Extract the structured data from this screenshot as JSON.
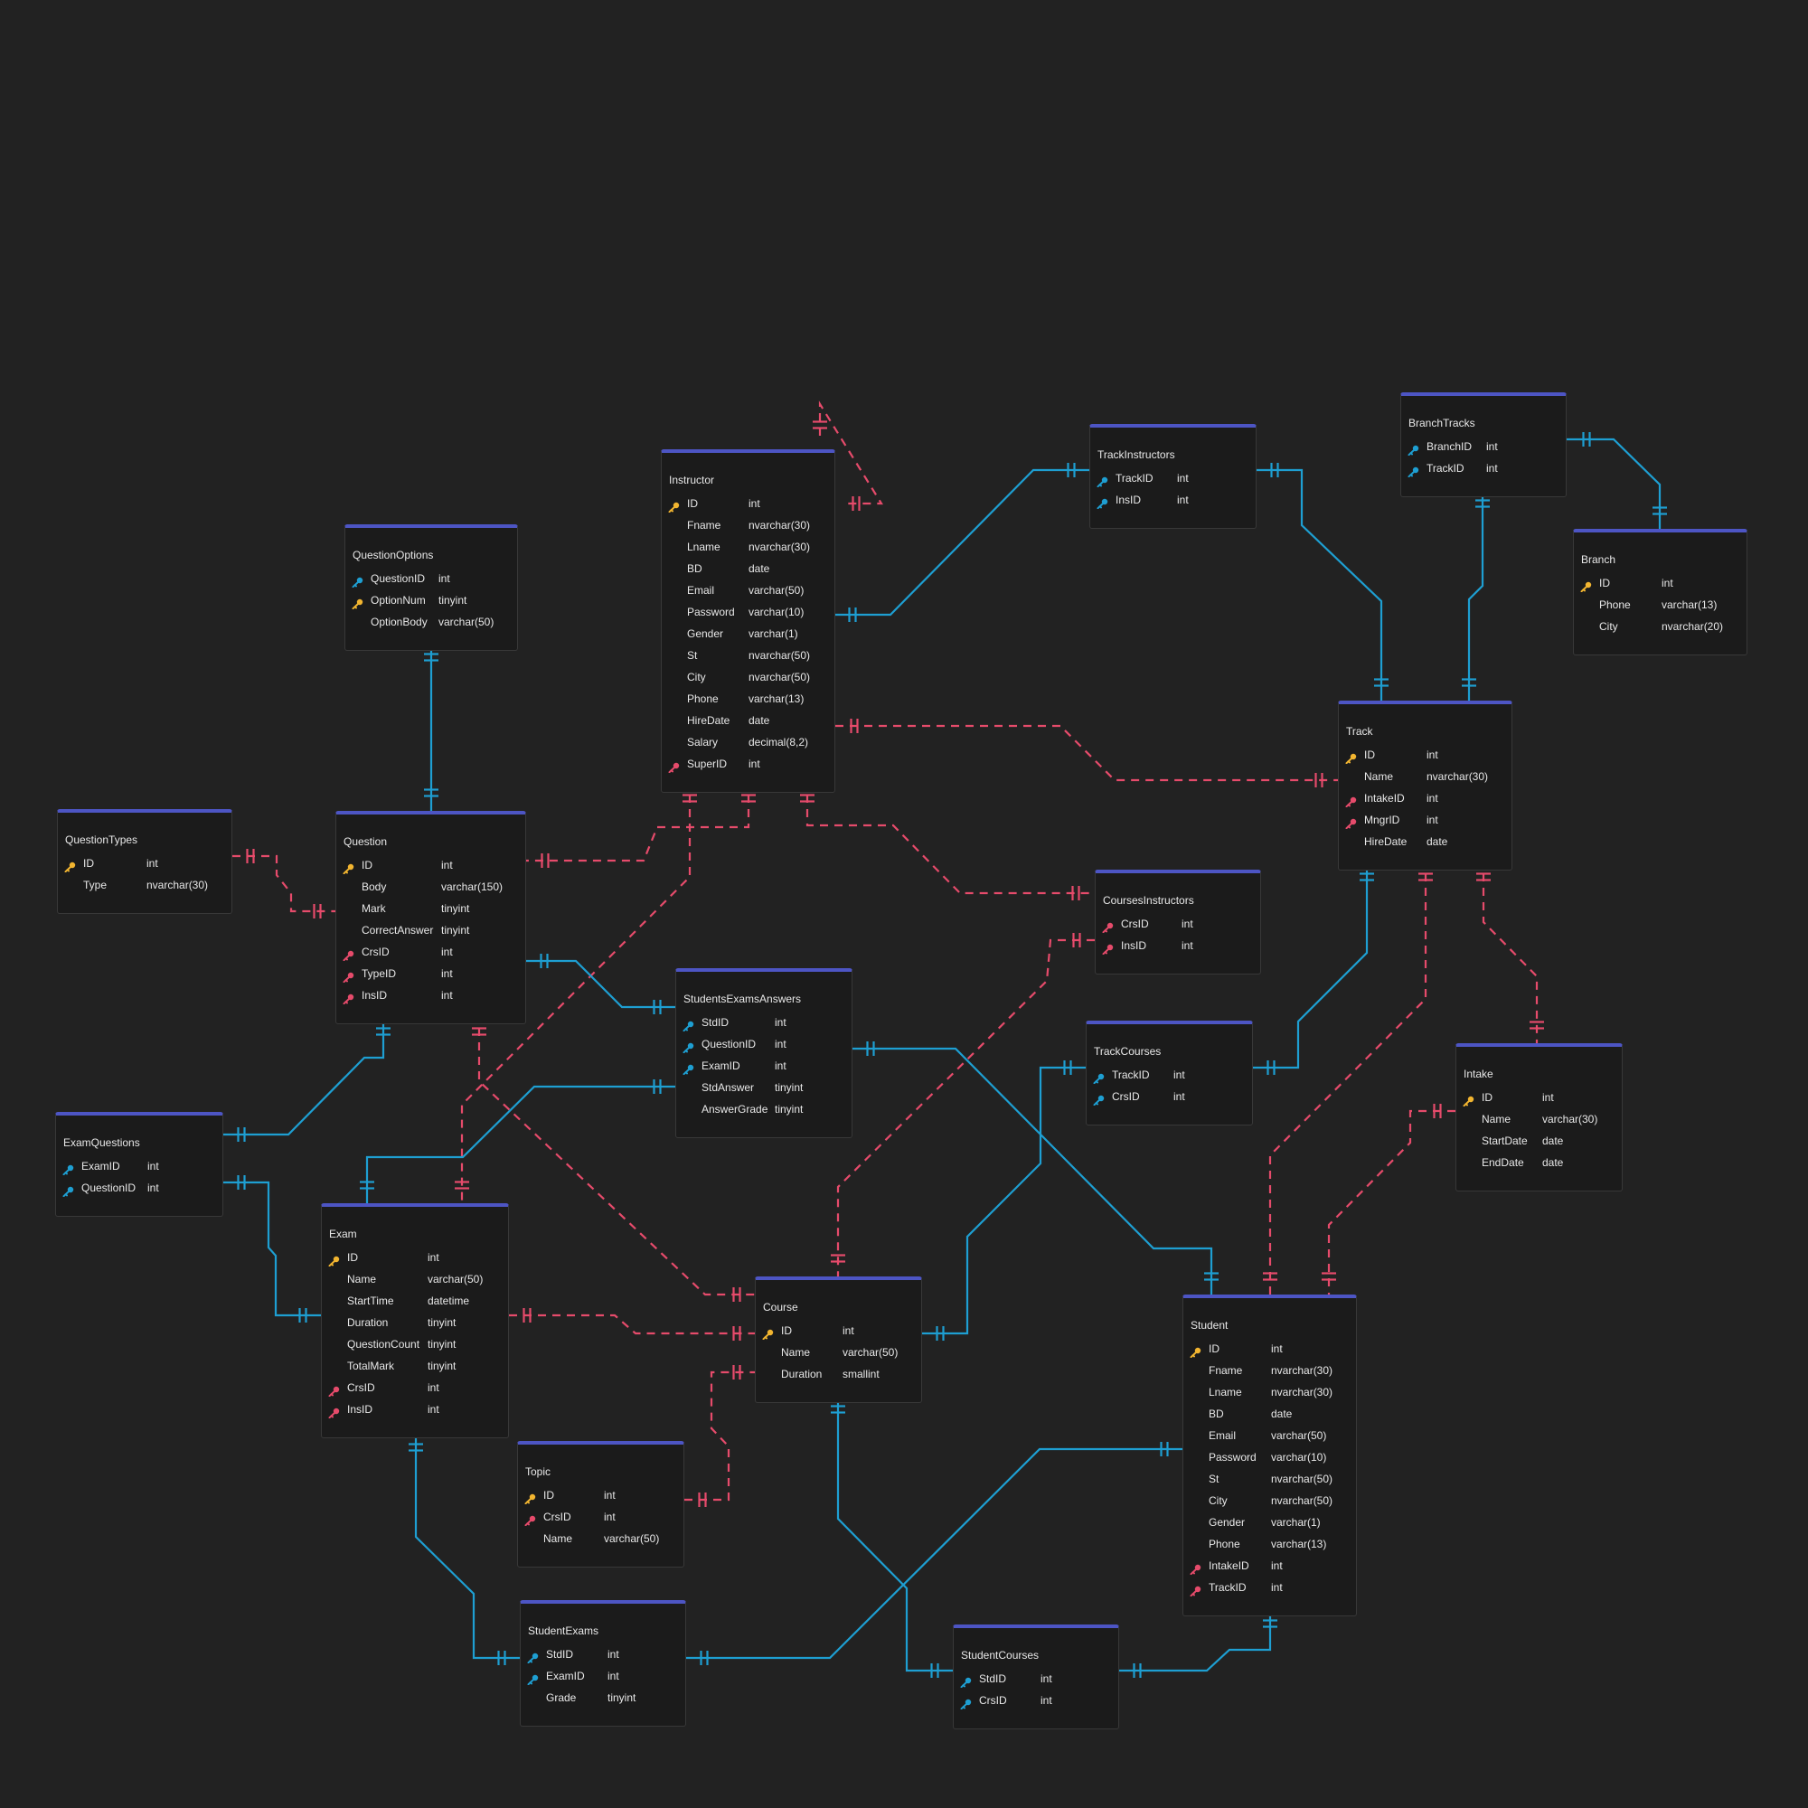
{
  "colors": {
    "background": "#222222",
    "table_bg": "#1b1b1b",
    "table_border": "#383838",
    "header_accent": "#4d55c4",
    "text": "#e8e8e8",
    "primary_key": "#f2b530",
    "foreign_key": "#e64b6b",
    "composite_key": "#1e9fd2",
    "mandatory_relation": "#1e9fd2",
    "optional_relation": "#e64b6b"
  },
  "tables": [
    {
      "id": "instructor",
      "name": "Instructor",
      "fields": [
        {
          "name": "ID",
          "type": "int",
          "key": "pk"
        },
        {
          "name": "Fname",
          "type": "nvarchar(30)",
          "key": ""
        },
        {
          "name": "Lname",
          "type": "nvarchar(30)",
          "key": ""
        },
        {
          "name": "BD",
          "type": "date",
          "key": ""
        },
        {
          "name": "Email",
          "type": "varchar(50)",
          "key": ""
        },
        {
          "name": "Password",
          "type": "varchar(10)",
          "key": ""
        },
        {
          "name": "Gender",
          "type": "varchar(1)",
          "key": ""
        },
        {
          "name": "St",
          "type": "nvarchar(50)",
          "key": ""
        },
        {
          "name": "City",
          "type": "nvarchar(50)",
          "key": ""
        },
        {
          "name": "Phone",
          "type": "varchar(13)",
          "key": ""
        },
        {
          "name": "HireDate",
          "type": "date",
          "key": ""
        },
        {
          "name": "Salary",
          "type": "decimal(8,2)",
          "key": ""
        },
        {
          "name": "SuperID",
          "type": "int",
          "key": "fk"
        }
      ]
    },
    {
      "id": "trackinstructors",
      "name": "TrackInstructors",
      "fields": [
        {
          "name": "TrackID",
          "type": "int",
          "key": "cpk"
        },
        {
          "name": "InsID",
          "type": "int",
          "key": "cpk"
        }
      ]
    },
    {
      "id": "branchtracks",
      "name": "BranchTracks",
      "fields": [
        {
          "name": "BranchID",
          "type": "int",
          "key": "cpk"
        },
        {
          "name": "TrackID",
          "type": "int",
          "key": "cpk"
        }
      ]
    },
    {
      "id": "branch",
      "name": "Branch",
      "fields": [
        {
          "name": "ID",
          "type": "int",
          "key": "pk"
        },
        {
          "name": "Phone",
          "type": "varchar(13)",
          "key": ""
        },
        {
          "name": "City",
          "type": "nvarchar(20)",
          "key": ""
        }
      ]
    },
    {
      "id": "questionoptions",
      "name": "QuestionOptions",
      "fields": [
        {
          "name": "QuestionID",
          "type": "int",
          "key": "cpk"
        },
        {
          "name": "OptionNum",
          "type": "tinyint",
          "key": "pk"
        },
        {
          "name": "OptionBody",
          "type": "varchar(50)",
          "key": ""
        }
      ]
    },
    {
      "id": "track",
      "name": "Track",
      "fields": [
        {
          "name": "ID",
          "type": "int",
          "key": "pk"
        },
        {
          "name": "Name",
          "type": "nvarchar(30)",
          "key": ""
        },
        {
          "name": "IntakeID",
          "type": "int",
          "key": "fk"
        },
        {
          "name": "MngrID",
          "type": "int",
          "key": "fk"
        },
        {
          "name": "HireDate",
          "type": "date",
          "key": ""
        }
      ]
    },
    {
      "id": "questiontypes",
      "name": "QuestionTypes",
      "fields": [
        {
          "name": "ID",
          "type": "int",
          "key": "pk"
        },
        {
          "name": "Type",
          "type": "nvarchar(30)",
          "key": ""
        }
      ]
    },
    {
      "id": "question",
      "name": "Question",
      "fields": [
        {
          "name": "ID",
          "type": "int",
          "key": "pk"
        },
        {
          "name": "Body",
          "type": "varchar(150)",
          "key": ""
        },
        {
          "name": "Mark",
          "type": "tinyint",
          "key": ""
        },
        {
          "name": "CorrectAnswer",
          "type": "tinyint",
          "key": ""
        },
        {
          "name": "CrsID",
          "type": "int",
          "key": "fk"
        },
        {
          "name": "TypeID",
          "type": "int",
          "key": "fk"
        },
        {
          "name": "InsID",
          "type": "int",
          "key": "fk"
        }
      ]
    },
    {
      "id": "coursesinstructors",
      "name": "CoursesInstructors",
      "fields": [
        {
          "name": "CrsID",
          "type": "int",
          "key": "fk"
        },
        {
          "name": "InsID",
          "type": "int",
          "key": "fk"
        }
      ]
    },
    {
      "id": "studentsexamsanswers",
      "name": "StudentsExamsAnswers",
      "fields": [
        {
          "name": "StdID",
          "type": "int",
          "key": "cpk"
        },
        {
          "name": "QuestionID",
          "type": "int",
          "key": "cpk"
        },
        {
          "name": "ExamID",
          "type": "int",
          "key": "cpk"
        },
        {
          "name": "StdAnswer",
          "type": "tinyint",
          "key": ""
        },
        {
          "name": "AnswerGrade",
          "type": "tinyint",
          "key": ""
        }
      ]
    },
    {
      "id": "trackcourses",
      "name": "TrackCourses",
      "fields": [
        {
          "name": "TrackID",
          "type": "int",
          "key": "cpk"
        },
        {
          "name": "CrsID",
          "type": "int",
          "key": "cpk"
        }
      ]
    },
    {
      "id": "intake",
      "name": "Intake",
      "fields": [
        {
          "name": "ID",
          "type": "int",
          "key": "pk"
        },
        {
          "name": "Name",
          "type": "varchar(30)",
          "key": ""
        },
        {
          "name": "StartDate",
          "type": "date",
          "key": ""
        },
        {
          "name": "EndDate",
          "type": "date",
          "key": ""
        }
      ]
    },
    {
      "id": "examquestions",
      "name": "ExamQuestions",
      "fields": [
        {
          "name": "ExamID",
          "type": "int",
          "key": "cpk"
        },
        {
          "name": "QuestionID",
          "type": "int",
          "key": "cpk"
        }
      ]
    },
    {
      "id": "exam",
      "name": "Exam",
      "fields": [
        {
          "name": "ID",
          "type": "int",
          "key": "pk"
        },
        {
          "name": "Name",
          "type": "varchar(50)",
          "key": ""
        },
        {
          "name": "StartTime",
          "type": "datetime",
          "key": ""
        },
        {
          "name": "Duration",
          "type": "tinyint",
          "key": ""
        },
        {
          "name": "QuestionCount",
          "type": "tinyint",
          "key": ""
        },
        {
          "name": "TotalMark",
          "type": "tinyint",
          "key": ""
        },
        {
          "name": "CrsID",
          "type": "int",
          "key": "fk"
        },
        {
          "name": "InsID",
          "type": "int",
          "key": "fk"
        }
      ]
    },
    {
      "id": "course",
      "name": "Course",
      "fields": [
        {
          "name": "ID",
          "type": "int",
          "key": "pk"
        },
        {
          "name": "Name",
          "type": "varchar(50)",
          "key": ""
        },
        {
          "name": "Duration",
          "type": "smallint",
          "key": ""
        }
      ]
    },
    {
      "id": "student",
      "name": "Student",
      "fields": [
        {
          "name": "ID",
          "type": "int",
          "key": "pk"
        },
        {
          "name": "Fname",
          "type": "nvarchar(30)",
          "key": ""
        },
        {
          "name": "Lname",
          "type": "nvarchar(30)",
          "key": ""
        },
        {
          "name": "BD",
          "type": "date",
          "key": ""
        },
        {
          "name": "Email",
          "type": "varchar(50)",
          "key": ""
        },
        {
          "name": "Password",
          "type": "varchar(10)",
          "key": ""
        },
        {
          "name": "St",
          "type": "nvarchar(50)",
          "key": ""
        },
        {
          "name": "City",
          "type": "nvarchar(50)",
          "key": ""
        },
        {
          "name": "Gender",
          "type": "varchar(1)",
          "key": ""
        },
        {
          "name": "Phone",
          "type": "varchar(13)",
          "key": ""
        },
        {
          "name": "IntakeID",
          "type": "int",
          "key": "fk"
        },
        {
          "name": "TrackID",
          "type": "int",
          "key": "fk"
        }
      ]
    },
    {
      "id": "topic",
      "name": "Topic",
      "fields": [
        {
          "name": "ID",
          "type": "int",
          "key": "pk"
        },
        {
          "name": "CrsID",
          "type": "int",
          "key": "fk"
        },
        {
          "name": "Name",
          "type": "varchar(50)",
          "key": ""
        }
      ]
    },
    {
      "id": "studentexams",
      "name": "StudentExams",
      "fields": [
        {
          "name": "StdID",
          "type": "int",
          "key": "cpk"
        },
        {
          "name": "ExamID",
          "type": "int",
          "key": "cpk"
        },
        {
          "name": "Grade",
          "type": "tinyint",
          "key": ""
        }
      ]
    },
    {
      "id": "studentcourses",
      "name": "StudentCourses",
      "fields": [
        {
          "name": "StdID",
          "type": "int",
          "key": "cpk"
        },
        {
          "name": "CrsID",
          "type": "int",
          "key": "cpk"
        }
      ]
    }
  ],
  "relations": [
    {
      "from": "instructor",
      "to": "instructor",
      "style": "optional"
    },
    {
      "from": "instructor",
      "to": "trackinstructors",
      "style": "mandatory"
    },
    {
      "from": "trackinstructors",
      "to": "track",
      "style": "mandatory"
    },
    {
      "from": "branchtracks",
      "to": "branch",
      "style": "mandatory"
    },
    {
      "from": "branchtracks",
      "to": "track",
      "style": "mandatory"
    },
    {
      "from": "instructor",
      "to": "track",
      "style": "optional"
    },
    {
      "from": "instructor",
      "to": "question",
      "style": "optional"
    },
    {
      "from": "instructor",
      "to": "exam",
      "style": "optional"
    },
    {
      "from": "instructor",
      "to": "coursesinstructors",
      "style": "optional"
    },
    {
      "from": "questionoptions",
      "to": "question",
      "style": "mandatory"
    },
    {
      "from": "questiontypes",
      "to": "question",
      "style": "optional"
    },
    {
      "from": "question",
      "to": "studentsexamsanswers",
      "style": "mandatory"
    },
    {
      "from": "question",
      "to": "examquestions",
      "style": "mandatory"
    },
    {
      "from": "question",
      "to": "course",
      "style": "optional"
    },
    {
      "from": "examquestions",
      "to": "exam",
      "style": "mandatory"
    },
    {
      "from": "exam",
      "to": "studentsexamsanswers",
      "style": "mandatory"
    },
    {
      "from": "studentsexamsanswers",
      "to": "student",
      "style": "mandatory"
    },
    {
      "from": "coursesinstructors",
      "to": "course",
      "style": "optional"
    },
    {
      "from": "trackcourses",
      "to": "track",
      "style": "mandatory"
    },
    {
      "from": "trackcourses",
      "to": "course",
      "style": "mandatory"
    },
    {
      "from": "track",
      "to": "student",
      "style": "optional"
    },
    {
      "from": "track",
      "to": "intake",
      "style": "optional"
    },
    {
      "from": "intake",
      "to": "student",
      "style": "optional"
    },
    {
      "from": "exam",
      "to": "course",
      "style": "optional"
    },
    {
      "from": "topic",
      "to": "course",
      "style": "optional"
    },
    {
      "from": "exam",
      "to": "studentexams",
      "style": "mandatory"
    },
    {
      "from": "studentexams",
      "to": "student",
      "style": "mandatory"
    },
    {
      "from": "course",
      "to": "studentcourses",
      "style": "mandatory"
    },
    {
      "from": "studentcourses",
      "to": "student",
      "style": "mandatory"
    }
  ]
}
